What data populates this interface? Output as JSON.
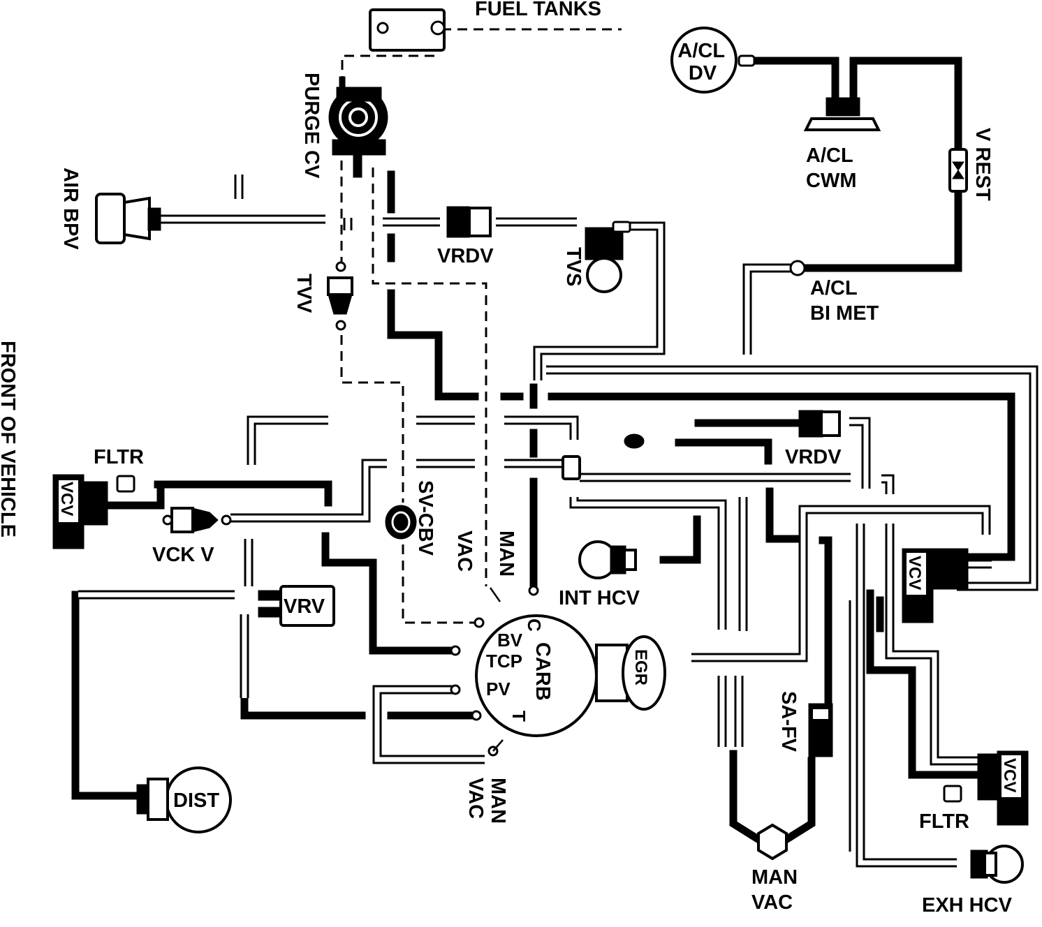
{
  "labels": {
    "fuel_tanks": "FUEL TANKS",
    "acl_dv_line1": "A/CL",
    "acl_dv_line2": "DV",
    "acl_cwm_line1": "A/CL",
    "acl_cwm_line2": "CWM",
    "v_rest": "V REST",
    "purge_cv": "PURGE CV",
    "air_bpv": "AIR BPV",
    "vrdv_top": "VRDV",
    "tvs": "TVS",
    "acl_bimet_line1": "A/CL",
    "acl_bimet_line2": "BI MET",
    "tvv": "TVV",
    "front_of_vehicle": "FRONT OF VEHICLE",
    "fltr_left": "FLTR",
    "vcv_left": "VCV",
    "vrdv_right": "VRDV",
    "sv_cbv": "SV-CBV",
    "man_vac_upper_line1": "MAN",
    "man_vac_upper_line2": "VAC",
    "vck_v": "VCK V",
    "int_hcv": "INT HCV",
    "vrv": "VRV",
    "vcv_right_mid": "VCV",
    "carb_port_c": "C",
    "carb_port_bv": "BV",
    "carb_port_tcp": "TCP",
    "carb_port_pv": "PV",
    "carb_port_t": "T",
    "carb": "CARB",
    "egr": "EGR",
    "sa_fv": "SA-FV",
    "man_vac_lower_line1": "MAN",
    "man_vac_lower_line2": "VAC",
    "dist": "DIST",
    "vcv_right_low": "VCV",
    "fltr_right": "FLTR",
    "man_vac_bottom_line1": "MAN",
    "man_vac_bottom_line2": "VAC",
    "exh_hcv": "EXH HCV"
  }
}
